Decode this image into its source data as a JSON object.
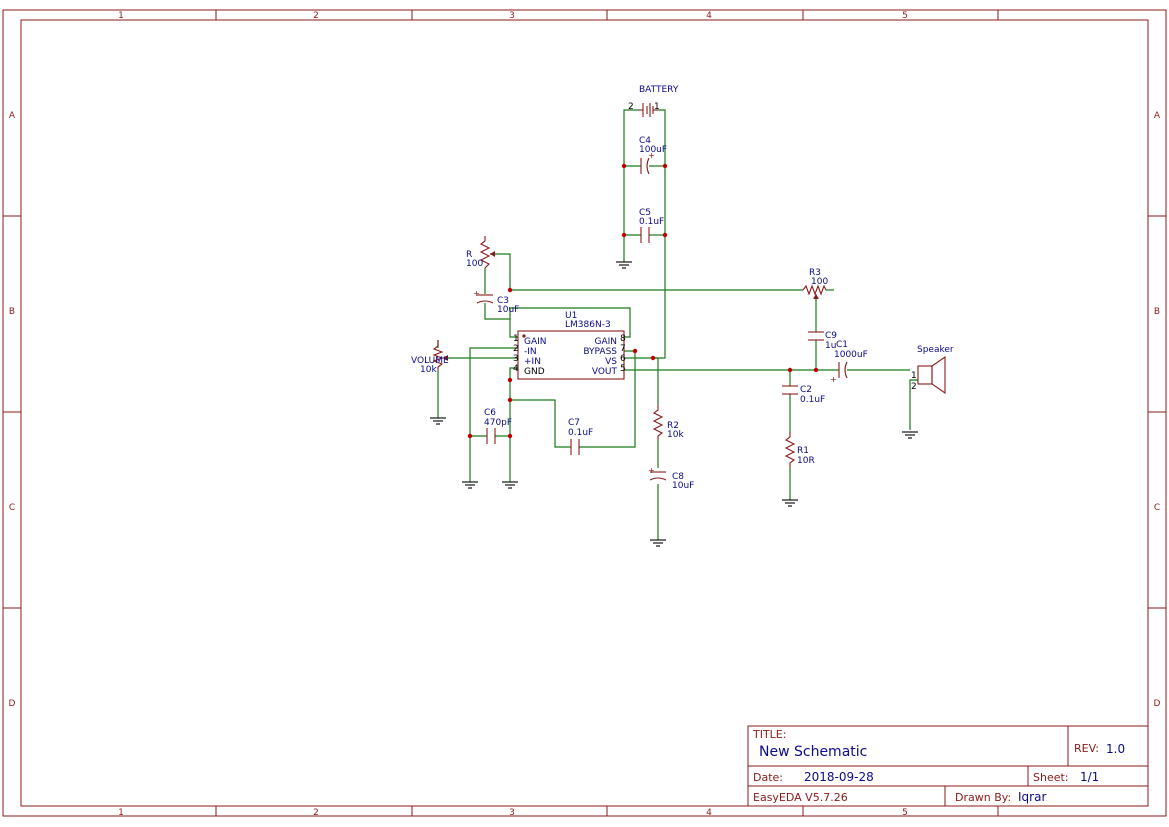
{
  "frame": {
    "columns": [
      "1",
      "2",
      "3",
      "4",
      "5"
    ],
    "rows": [
      "A",
      "B",
      "C",
      "D"
    ]
  },
  "title_block": {
    "title_label": "TITLE:",
    "title": "New Schematic",
    "rev_label": "REV:",
    "rev": "1.0",
    "date_label": "Date:",
    "date": "2018-09-28",
    "sheet_label": "Sheet:",
    "sheet": "1/1",
    "tool": "EasyEDA V5.7.26",
    "drawn_by_label": "Drawn By:",
    "drawn_by": "Iqrar"
  },
  "components": {
    "battery": {
      "name": "BATTERY",
      "pin_left": "2",
      "pin_right": "1"
    },
    "c4": {
      "ref": "C4",
      "value": "100uF"
    },
    "c5": {
      "ref": "C5",
      "value": "0.1uF"
    },
    "r_pot": {
      "ref": "R",
      "value": "100"
    },
    "c3": {
      "ref": "C3",
      "value": "10uF"
    },
    "u1": {
      "ref": "U1",
      "value": "LM386N-3",
      "pins_left": [
        {
          "num": "1",
          "name": "GAIN"
        },
        {
          "num": "2",
          "name": "-IN"
        },
        {
          "num": "3",
          "name": "+IN"
        },
        {
          "num": "4",
          "name": "GND"
        }
      ],
      "pins_right": [
        {
          "num": "8",
          "name": "GAIN"
        },
        {
          "num": "7",
          "name": "BYPASS"
        },
        {
          "num": "6",
          "name": "VS"
        },
        {
          "num": "5",
          "name": "VOUT"
        }
      ]
    },
    "volume": {
      "ref": "VOLUME",
      "value": "10k"
    },
    "c6": {
      "ref": "C6",
      "value": "470pF"
    },
    "c7": {
      "ref": "C7",
      "value": "0.1uF"
    },
    "r2": {
      "ref": "R2",
      "value": "10k"
    },
    "c8": {
      "ref": "C8",
      "value": "10uF"
    },
    "r3": {
      "ref": "R3",
      "value": "100"
    },
    "c9": {
      "ref": "C9",
      "value": "1u"
    },
    "c1": {
      "ref": "C1",
      "value": "1000uF"
    },
    "c2": {
      "ref": "C2",
      "value": "0.1uF"
    },
    "r1": {
      "ref": "R1",
      "value": "10R"
    },
    "speaker": {
      "name": "Speaker",
      "pin1": "1",
      "pin2": "2"
    }
  },
  "colors": {
    "frame": "#8b1a1a",
    "wire": "#1a7a1a",
    "label": "#0a0a8a",
    "junction": "#c00000"
  }
}
